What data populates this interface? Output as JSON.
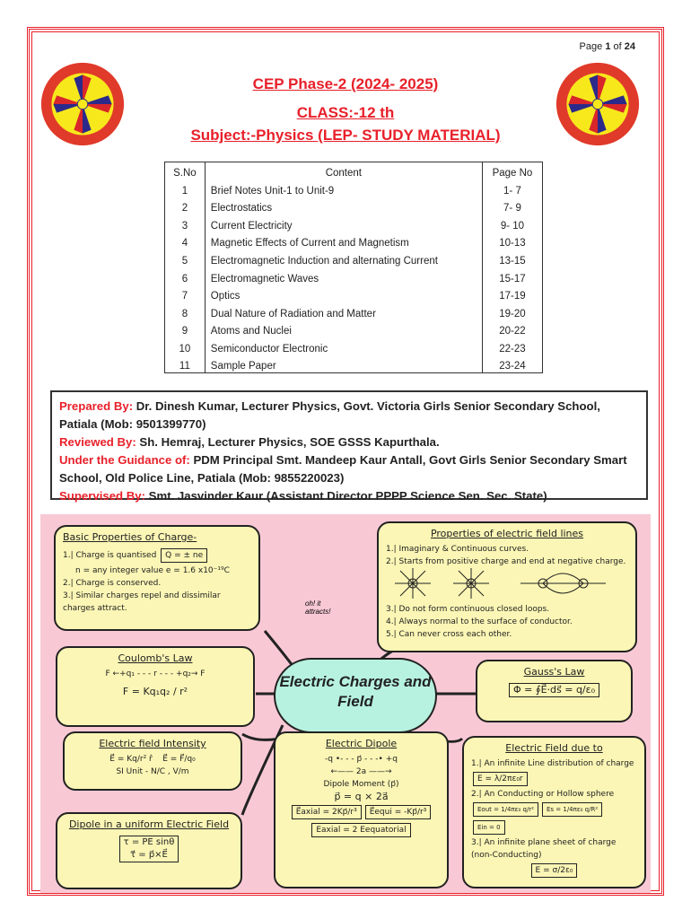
{
  "page": {
    "label": "Page",
    "current": "1",
    "of": "of",
    "total": "24"
  },
  "header": {
    "title": "CEP Phase-2 (2024- 2025)",
    "class": "CLASS:-12 th",
    "subject": "Subject:-Physics (LEP- STUDY MATERIAL)"
  },
  "logo": {
    "text": "Punjab School Education logo"
  },
  "table": {
    "headers": [
      "S.No",
      "Content",
      "Page No"
    ],
    "rows": [
      [
        "1",
        "Brief Notes Unit-1 to Unit-9",
        "1- 7"
      ],
      [
        "2",
        "Electrostatics",
        "7- 9"
      ],
      [
        "3",
        "Current Electricity",
        "9- 10"
      ],
      [
        "4",
        "Magnetic Effects of Current and Magnetism",
        "10-13"
      ],
      [
        "5",
        "Electromagnetic Induction and alternating Current",
        "13-15"
      ],
      [
        "6",
        "Electromagnetic Waves",
        "15-17"
      ],
      [
        "7",
        "Optics",
        "17-19"
      ],
      [
        "8",
        "Dual Nature of Radiation and Matter",
        "19-20"
      ],
      [
        "9",
        "Atoms and Nuclei",
        "20-22"
      ],
      [
        "10",
        "Semiconductor Electronic",
        "22-23"
      ],
      [
        "11",
        "Sample Paper",
        "23-24"
      ]
    ]
  },
  "credits": [
    {
      "key": "Prepared By:",
      "value": " Dr. Dinesh Kumar, Lecturer Physics, Govt. Victoria Girls Senior Secondary School, Patiala (Mob: 9501399770)"
    },
    {
      "key": "Reviewed By:",
      "value": " Sh. Hemraj, Lecturer Physics, SOE GSSS Kapurthala."
    },
    {
      "key": "Under the Guidance of:",
      "value": " PDM Principal Smt. Mandeep Kaur Antall, Govt Girls Senior Secondary Smart School, Old Police Line, Patiala (Mob: 9855220023)"
    },
    {
      "key": "Supervised By:",
      "value": " Smt. Jasvinder Kaur (Assistant Director PPPP Science Sen. Sec. State)"
    }
  ],
  "mindmap": {
    "center": "Electric Charges and Field",
    "exclaim": "oh! it attracts!",
    "basic": {
      "title": "Basic Properties of Charge-",
      "l1": "1.| Charge is quantised",
      "f1": "Q = ± ne",
      "l2": "n = any integer value   e = 1.6 x10⁻¹⁹C",
      "l3": "2.| Charge is conserved.",
      "l4": "3.| Similar charges repel and dissimilar charges attract."
    },
    "fieldlines": {
      "title": "Properties of electric field lines",
      "l1": "1.| Imaginary & Continuous curves.",
      "l2": "2.| Starts from positive charge and end at negative charge.",
      "l3": "3.| Do not form continuous closed loops.",
      "l4": "4.| Always normal to the surface of conductor.",
      "l5": "5.| Can never cross each other."
    },
    "coulomb": {
      "title": "Coulomb's Law",
      "diagram": "F ←+q₁ - - - r - - - +q₂→ F",
      "f": "F = Kq₁q₂ / r²"
    },
    "gauss": {
      "title": "Gauss's Law",
      "f": "Φ = ∮E⃗·ds⃗ = q/ε₀"
    },
    "intensity": {
      "title": "Electric field Intensity",
      "f1": "E⃗ = Kq/r² r̂",
      "f2": "E⃗ = F⃗/q₀",
      "unit": "SI Unit - N/C , V/m"
    },
    "dipole": {
      "title": "Electric Dipole",
      "diagram": "-q •- - - p⃗ - - -• +q",
      "len": "←—— 2a ——→",
      "moment": "Dipole Moment (p⃗)",
      "f1": "p⃗ = q × 2a⃗",
      "f2": "E⃗axial = 2Kp⃗/r³",
      "f3": "E⃗equi = -Kp⃗/r³",
      "f4": "Eaxial = 2 Eequatorial"
    },
    "uniform": {
      "title": "Dipole in a uniform Electric Field",
      "f1": "τ = PE sinθ",
      "f2": "τ⃗ = p⃗×E⃗"
    },
    "due": {
      "title": "Electric Field due to",
      "l1": "1.| An infinite Line distribution of charge",
      "f1": "E = λ/2πε₀r",
      "l2": "2.| An Conducting or Hollow sphere",
      "f2": "Eout = 1/4πε₀ q/r²",
      "f3": "Es = 1/4πε₀ q/R²",
      "f4": "Ein = 0",
      "l3": "3.| An infinite plane sheet of charge (non-Conducting)",
      "f5": "E = σ/2ε₀"
    }
  },
  "colors": {
    "accent": "#e8202a",
    "mindmap_bg": "#f8c9d5",
    "box": "#fbf6b5",
    "center": "#b7f2e0"
  }
}
